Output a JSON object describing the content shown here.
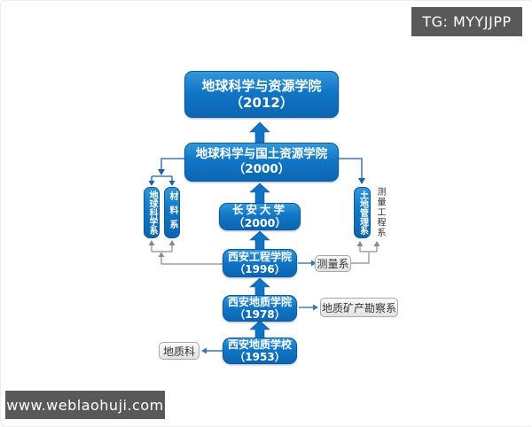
{
  "colors": {
    "node-blue-top": "#3397d8",
    "node-blue": "#1176c6",
    "node-blue-dark": "#0c66b2",
    "node-border": "#0a5aa0",
    "arrow-blue": "#1273c2",
    "line-blue": "#1b5fa8",
    "line-gray": "#8a8a8a",
    "line-steel": "#3a76b0",
    "gray-node-border": "#aaaaaa",
    "watermark-bg": "#595959"
  },
  "watermarks": {
    "telegram": "TG: MYYJJPP",
    "website": "www.weblaohuji.com"
  },
  "diagram": {
    "timeline_nodes": [
      {
        "name": "地球科学与资源学院",
        "year": "（2012）"
      },
      {
        "name": "地球科学与国土资源学院",
        "year": "（2000）"
      },
      {
        "name": "长安大学",
        "year": "（2000）"
      },
      {
        "name": "西安工程学院",
        "year": "（1996）"
      },
      {
        "name": "西安地质学院",
        "year": "（1978）"
      },
      {
        "name": "西安地质学校",
        "year": "（1953）"
      }
    ],
    "departments_blue": [
      {
        "label": "地球科学系"
      },
      {
        "label": "材料系"
      },
      {
        "label": "土地管理系"
      }
    ],
    "department_plain_label": "测量工程系",
    "departments_gray": [
      {
        "label": "测量系"
      },
      {
        "label": "地质矿产勘察系"
      },
      {
        "label": "地质科"
      }
    ]
  }
}
